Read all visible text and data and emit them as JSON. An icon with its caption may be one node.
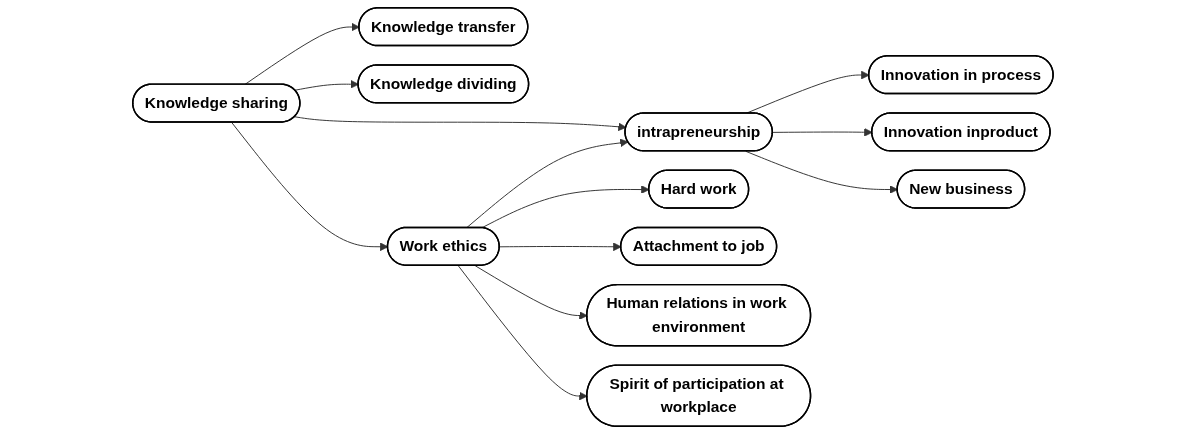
{
  "diagram": {
    "nodes": [
      {
        "text": [
          "Knowledge transfer"
        ]
      },
      {
        "text": [
          "Knowledge dividing"
        ]
      },
      {
        "text": [
          "Knowledge sharing"
        ]
      },
      {
        "text": [
          "intrapreneurship"
        ]
      },
      {
        "text": [
          "Innovation in process"
        ]
      },
      {
        "text": [
          "Innovation inproduct"
        ]
      },
      {
        "text": [
          "New business"
        ]
      },
      {
        "text": [
          "Work ethics"
        ]
      },
      {
        "text": [
          "Hard work"
        ]
      },
      {
        "text": [
          "Attachment to job"
        ]
      },
      {
        "text": [
          "Human relations in work environment"
        ]
      },
      {
        "text": [
          "Spirit of participation at workplace"
        ]
      }
    ],
    "edges": [
      {
        "from": 2,
        "to": 0,
        "arrow": "to"
      },
      {
        "from": 2,
        "to": 1,
        "arrow": "to"
      },
      {
        "from": 2,
        "to": 3,
        "arrow": "to"
      },
      {
        "from": 2,
        "to": 7,
        "arrow": "to"
      },
      {
        "from": 7,
        "to": 3,
        "arrow": "to"
      },
      {
        "from": 3,
        "to": 4,
        "arrow": "to"
      },
      {
        "from": 3,
        "to": 5,
        "arrow": "to"
      },
      {
        "from": 3,
        "to": 6,
        "arrow": "to"
      },
      {
        "from": 7,
        "to": 8,
        "arrow": "to"
      },
      {
        "from": 7,
        "to": 9,
        "arrow": "to"
      },
      {
        "from": 7,
        "to": 10,
        "arrow": "to"
      },
      {
        "from": 7,
        "to": 11,
        "arrow": "to"
      }
    ]
  }
}
